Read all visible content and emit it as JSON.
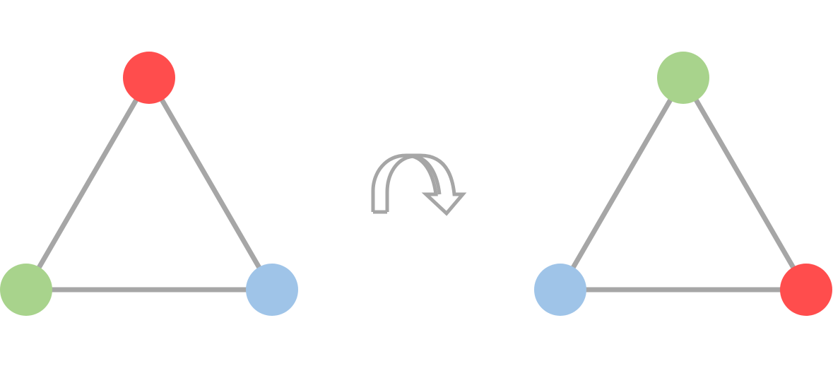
{
  "diagram": {
    "edge_color": "#a6a6a6",
    "arrow_color": "#a6a6a6",
    "arrow_icon": "clockwise-rotation-arrow-icon",
    "left_triangle": {
      "vertices": [
        {
          "position": "top",
          "color": "#ff4d4d"
        },
        {
          "position": "bottom-left",
          "color": "#a8d38c"
        },
        {
          "position": "bottom-right",
          "color": "#9fc4e8"
        }
      ]
    },
    "right_triangle": {
      "vertices": [
        {
          "position": "top",
          "color": "#a8d38c"
        },
        {
          "position": "bottom-left",
          "color": "#9fc4e8"
        },
        {
          "position": "bottom-right",
          "color": "#ff4d4d"
        }
      ]
    }
  }
}
